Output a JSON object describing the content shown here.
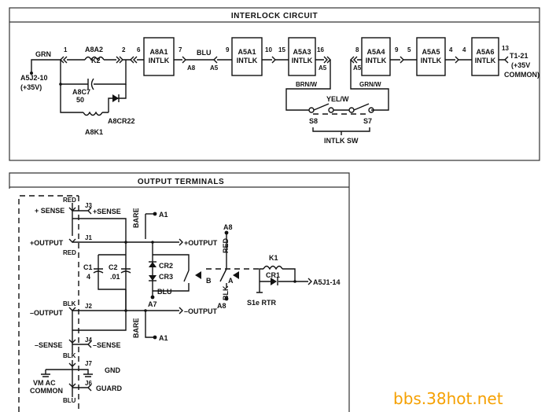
{
  "interlock": {
    "title": "INTERLOCK CIRCUIT",
    "grn": "GRN",
    "source_a": "A5J2-10",
    "source_b": "(+35V)",
    "relay_a8a2": "A8A2",
    "k2": "K2",
    "a8c7": "A8C7",
    "c7_value": "50",
    "a8cr22": "A8CR22",
    "a8k1": "A8K1",
    "n1": "1",
    "n2": "2",
    "n6": "6",
    "n7": "7",
    "n9": "9",
    "n10": "10",
    "n15": "15",
    "n16": "16",
    "n8": "8",
    "n9b": "9",
    "n5": "5",
    "n4a": "4",
    "n4b": "4",
    "n13": "13",
    "blu": "BLU",
    "a8_pin": "A8",
    "a5_pin": "A5",
    "a5_pin2": "A5",
    "a5_pin3": "A5",
    "box_a8a1": "A8A1",
    "box_a5a1": "A5A1",
    "box_a5a3": "A5A3",
    "box_a5a4": "A5A4",
    "box_a5a5": "A5A5",
    "box_a5a6": "A5A6",
    "intlk": "INTLK",
    "brn_w": "BRN/W",
    "grn_w": "GRN/W",
    "yel_w": "YEL/W",
    "s8": "S8",
    "s7": "S7",
    "intlk_sw": "INTLK SW",
    "t1_21": "T1-21",
    "t1_v": "(+35V",
    "t1_common": "COMMON)"
  },
  "output": {
    "title": "OUTPUT TERMINALS",
    "red_top": "RED",
    "plus_sense": "+ SENSE",
    "j3": "J3",
    "j3_label": "+SENSE",
    "a1_top": "A1",
    "bare_top": "BARE",
    "plus_output": "+OUTPUT",
    "j1": "J1",
    "j1_label": "+OUTPUT",
    "red_mid": "RED",
    "a8": "A8",
    "red_a8": "RED",
    "c1": "C1",
    "c1_value": "4",
    "c2": "C2",
    "c2_value": ".01",
    "cr2": "CR2",
    "cr3": "CR3",
    "contact_b": "B",
    "contact_a": "A",
    "k1": "K1",
    "cr1": "CR1",
    "a5j1_14": "A5J1-14",
    "blu": "BLU",
    "a7": "A7",
    "blk_a8": "BLK",
    "a8_bottom": "A8",
    "s1e_rtr": "S1e RTR",
    "blk_mid": "BLK",
    "minus_output": "–OUTPUT",
    "j2": "J2",
    "j2_label": "–OUTPUT",
    "bare_bottom": "BARE",
    "a1_bottom": "A1",
    "minus_sense": "–SENSE",
    "j4": "J4",
    "j4_label": "–SENSE",
    "blk_low": "BLK",
    "j7": "J7",
    "gnd": "GND",
    "vm_ac_1": "VM AC",
    "vm_ac_2": "COMMON",
    "j6": "J6",
    "guard": "GUARD",
    "blu_bottom": "BLU"
  },
  "watermark": "bbs.38hot.net"
}
